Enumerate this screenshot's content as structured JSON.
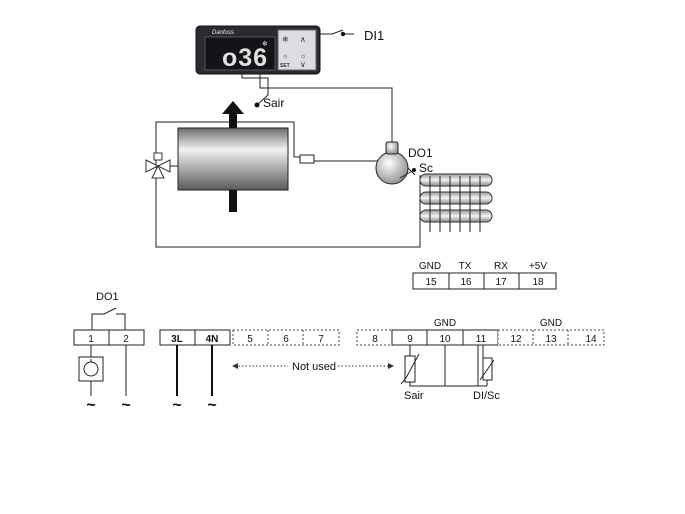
{
  "controller": {
    "brand": "Danfoss",
    "display_value": "o36",
    "set_label": "SET",
    "colors": {
      "body": "#2a2a30",
      "display": "#141418",
      "digits": "#e0e0e0",
      "keypad": "#dcdce2"
    }
  },
  "labels": {
    "di1": "DI1",
    "sair_top": "Sair",
    "do1_top": "DO1",
    "sc_top": "Sc",
    "do1_bottom": "DO1",
    "not_used": "Not used",
    "sair_bottom": "Sair",
    "di_sc": "DI/Sc",
    "gnd_a": "GND",
    "gnd_b": "GND"
  },
  "serial_terminals": {
    "headers": [
      "GND",
      "TX",
      "RX",
      "+5V"
    ],
    "numbers": [
      "15",
      "16",
      "17",
      "18"
    ]
  },
  "terminals": [
    "1",
    "2",
    "3L",
    "4N",
    "5",
    "6",
    "7",
    "8",
    "9",
    "10",
    "11",
    "12",
    "13",
    "14"
  ],
  "supply_symbol": "~"
}
